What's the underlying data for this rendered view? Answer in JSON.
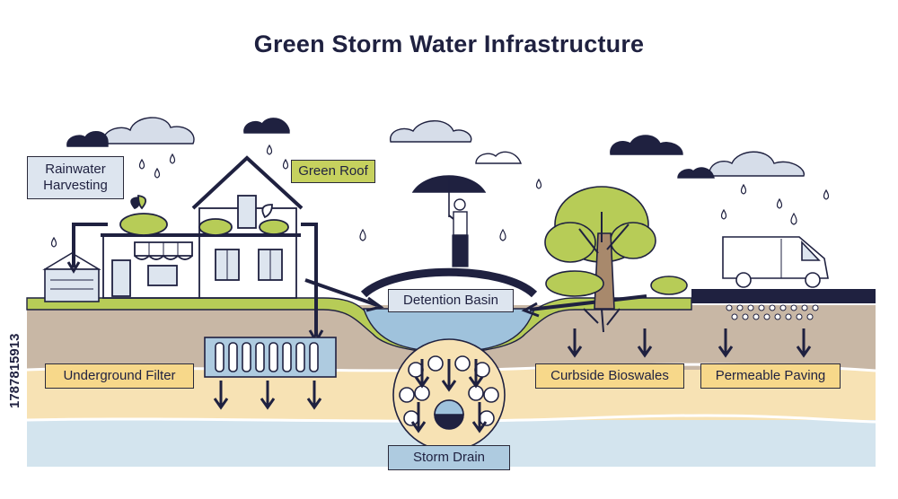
{
  "title": "Green Storm Water Infrastructure",
  "labels": {
    "rainwater_harvesting": "Rainwater Harvesting",
    "green_roof": "Green Roof",
    "detention_basin": "Detention Basin",
    "underground_filter": "Underground Filter",
    "curbside_bioswales": "Curbside Bioswales",
    "permeable_paving": "Permeable Paving",
    "storm_drain": "Storm Drain"
  },
  "stock_id": "1787815913",
  "colors": {
    "ground_top": "#d8ccbe",
    "ground_middle": "#c2b09e",
    "sand": "#f7e4b8",
    "water_layer": "#d5e6f0",
    "grass": "#b7cc57",
    "outline": "#1f2140",
    "cloud": "#d6dde9"
  }
}
